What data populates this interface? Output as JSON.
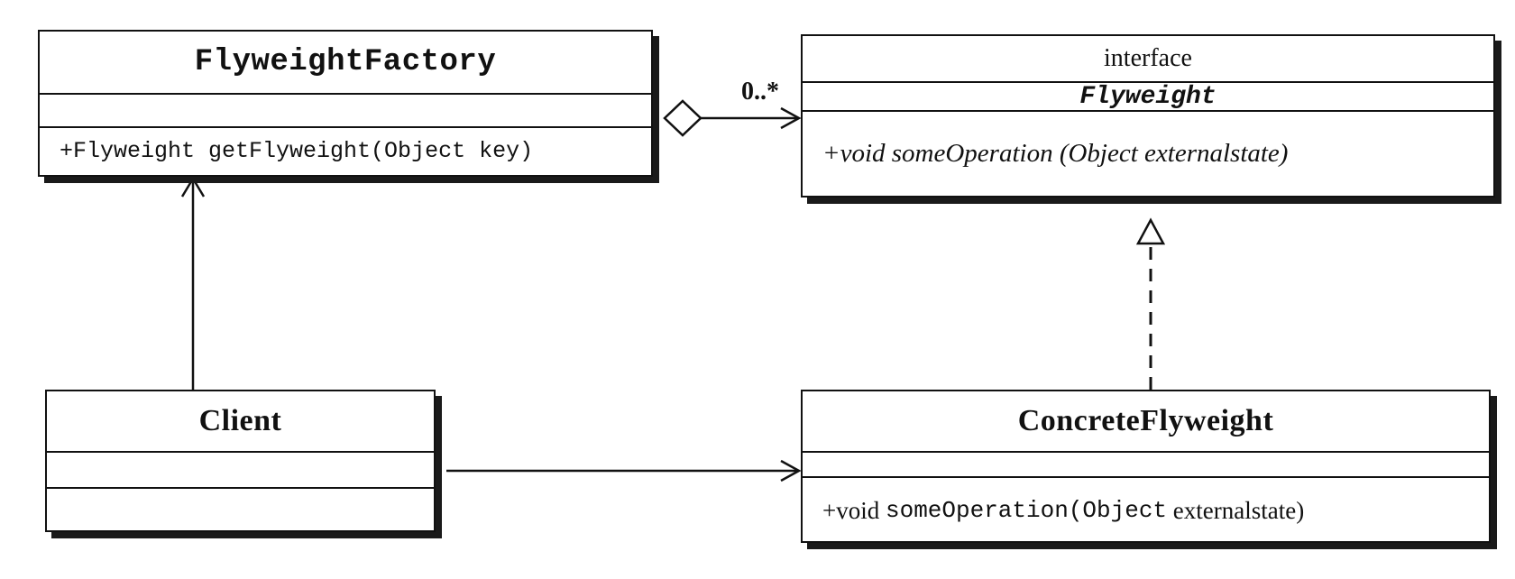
{
  "flyweight_factory": {
    "name": "FlyweightFactory",
    "operation": "+Flyweight getFlyweight(Object key)"
  },
  "flyweight": {
    "stereotype": "interface",
    "name": "Flyweight",
    "operation": "+void someOperation (Object  externalstate)"
  },
  "client": {
    "name": "Client"
  },
  "concrete_flyweight": {
    "name": "ConcreteFlyweight",
    "op_return": "+void",
    "op_signature": "someOperation(Object",
    "op_param": "externalstate)"
  },
  "aggregation": {
    "multiplicity": "0..*"
  }
}
